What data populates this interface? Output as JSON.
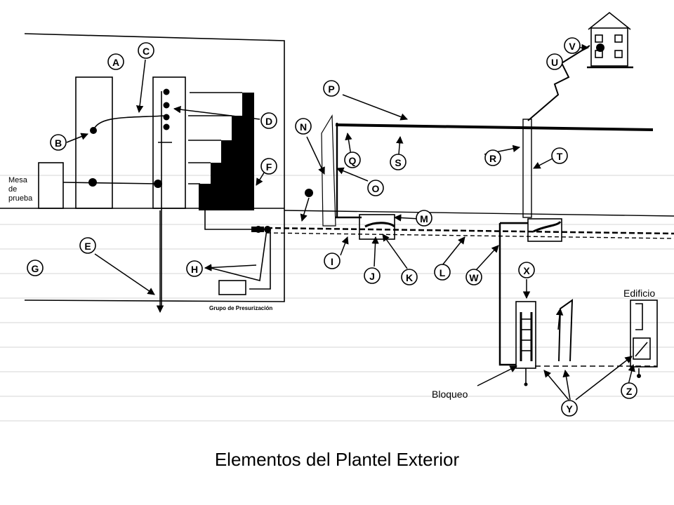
{
  "caption": "Elementos del Plantel Exterior",
  "text_labels": {
    "test_table": [
      "Mesa",
      "de",
      "prueba"
    ],
    "pressurization_group": "Grupo de Presurización",
    "block": "Bloqueo",
    "building": "Edificio"
  },
  "callouts": [
    "A",
    "B",
    "C",
    "D",
    "E",
    "F",
    "G",
    "H",
    "I",
    "J",
    "K",
    "L",
    "M",
    "N",
    "O",
    "P",
    "Q",
    "R",
    "S",
    "T",
    "U",
    "V",
    "W",
    "X",
    "Y",
    "Z"
  ],
  "colors": {
    "background": "#ffffff",
    "ink": "#000000",
    "ruled_lines": "#d6d6d6"
  }
}
